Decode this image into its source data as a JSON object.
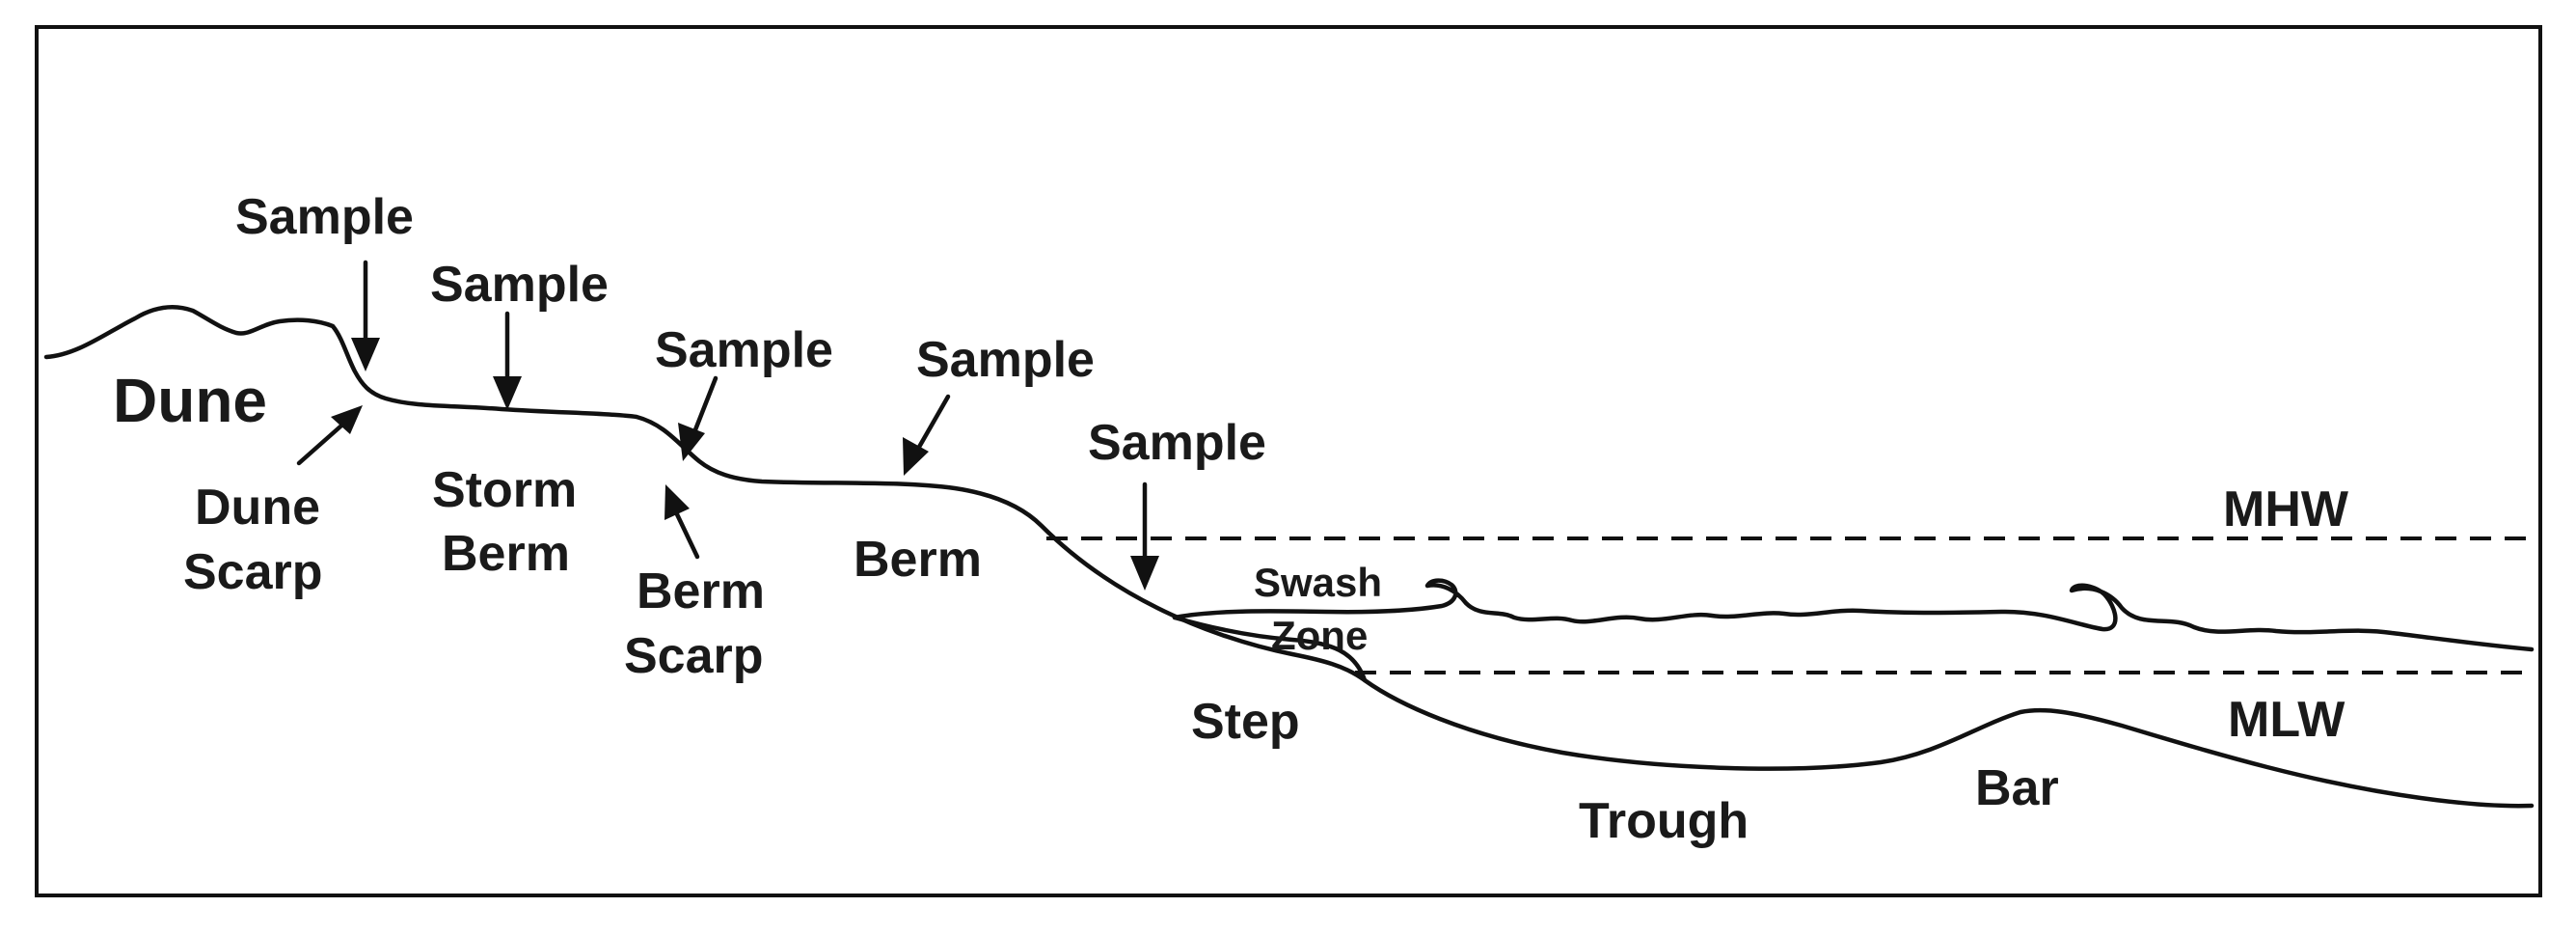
{
  "labels": {
    "dune": "Dune",
    "dune_scarp_line1": "Dune",
    "dune_scarp_line2": "Scarp",
    "storm_berm_line1": "Storm",
    "storm_berm_line2": "Berm",
    "berm_scarp_line1": "Berm",
    "berm_scarp_line2": "Scarp",
    "berm": "Berm",
    "swash_zone_line1": "Swash",
    "swash_zone_line2": "Zone",
    "step": "Step",
    "trough": "Trough",
    "bar": "Bar",
    "mhw": "MHW",
    "mlw": "MLW"
  },
  "samples": [
    {
      "label": "Sample"
    },
    {
      "label": "Sample"
    },
    {
      "label": "Sample"
    },
    {
      "label": "Sample"
    },
    {
      "label": "Sample"
    }
  ]
}
